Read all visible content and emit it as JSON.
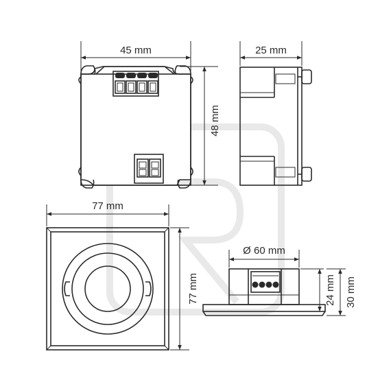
{
  "dimensions": {
    "top_width": "45 mm",
    "top_height": "48 mm",
    "side_depth": "25 mm",
    "front_width": "77 mm",
    "front_height": "77 mm",
    "diameter": "Ø 60 mm",
    "body_height": "24 mm",
    "total_height": "30 mm"
  },
  "colors": {
    "line": "#2a2a2a",
    "watermark": "#e9e9e9",
    "background": "#ffffff"
  }
}
